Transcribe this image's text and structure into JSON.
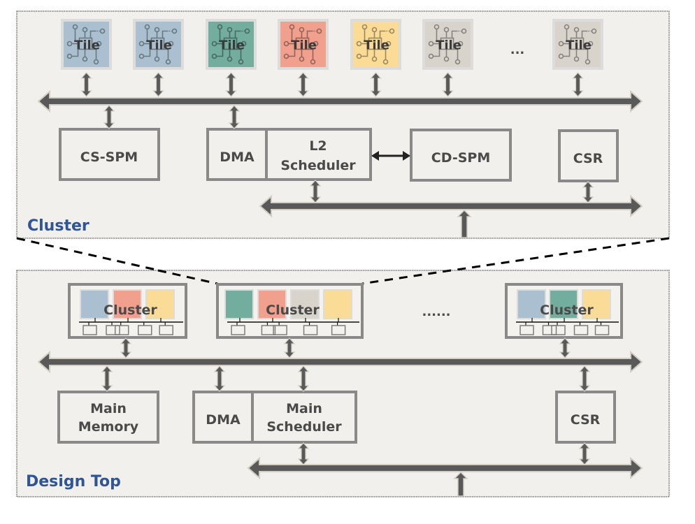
{
  "diagram": {
    "cluster_panel": {
      "title": "Cluster",
      "tiles": [
        {
          "label": "Tile",
          "color": "#aac0d0"
        },
        {
          "label": "Tile",
          "color": "#aac0d0"
        },
        {
          "label": "Tile",
          "color": "#72ad9e"
        },
        {
          "label": "Tile",
          "color": "#f0a08c"
        },
        {
          "label": "Tile",
          "color": "#fbdc96"
        },
        {
          "label": "Tile",
          "color": "#d8d4cc"
        },
        {
          "label": "Tile",
          "color": "#d8d4cc"
        }
      ],
      "ellipsis": "...",
      "blocks": {
        "cs_spm": "CS-SPM",
        "dma": "DMA",
        "l2_scheduler_line1": "L2",
        "l2_scheduler_line2": "Scheduler",
        "cd_spm": "CD-SPM",
        "csr": "CSR"
      }
    },
    "design_top_panel": {
      "title": "Design Top",
      "clusters": [
        {
          "label": "Cluster",
          "tile_colors": [
            "#aac0d0",
            "#f0a08c",
            "#fbdc96"
          ]
        },
        {
          "label": "Cluster",
          "tile_colors": [
            "#72ad9e",
            "#f0a08c",
            "#d8d4cc",
            "#fbdc96"
          ]
        },
        {
          "label": "Cluster",
          "tile_colors": [
            "#aac0d0",
            "#72ad9e",
            "#fbdc96"
          ]
        }
      ],
      "ellipsis": "......",
      "blocks": {
        "main_memory_line1": "Main",
        "main_memory_line2": "Memory",
        "dma": "DMA",
        "main_scheduler_line1": "Main",
        "main_scheduler_line2": "Scheduler",
        "csr": "CSR"
      }
    },
    "colors": {
      "panel_bg": "#f1f0ed",
      "bus": "#595959",
      "bus_outline": "#d2cec3",
      "block_border": "#898989",
      "title": "#2f5597",
      "text": "#4a4a4a"
    }
  }
}
